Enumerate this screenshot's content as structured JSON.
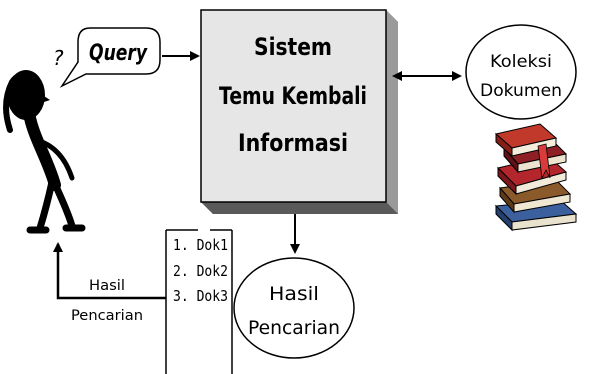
{
  "query": {
    "label": "Query",
    "question_mark": "?"
  },
  "system": {
    "lines": [
      "Sistem",
      "Temu Kembali",
      "Informasi"
    ]
  },
  "collection": {
    "lines": [
      "Koleksi",
      "Dokumen"
    ]
  },
  "result_ellipse": {
    "lines": [
      "Hasil",
      "Pencarian"
    ]
  },
  "document_list": {
    "items": [
      "1. Dok1",
      "2. Dok2",
      "3. Dok3"
    ]
  },
  "feedback_label": {
    "lines": [
      "Hasil",
      "Pencarian"
    ]
  },
  "icons": {
    "user": "stick-figure-thinking-icon",
    "books": "book-stack-icon"
  }
}
